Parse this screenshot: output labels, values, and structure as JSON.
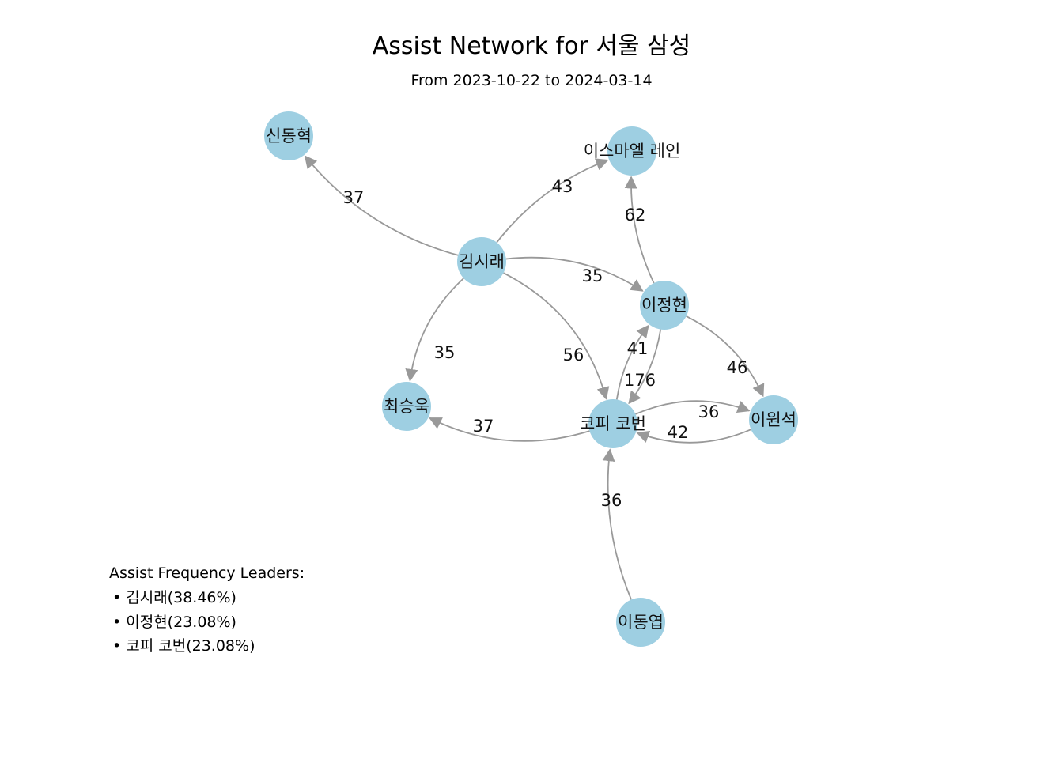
{
  "title": "Assist Network for 서울 삼성",
  "subtitle": "From 2023-10-22 to 2024-03-14",
  "colors": {
    "node": "#9ecfe2",
    "edge": "#999999",
    "text": "#111111"
  },
  "nodes": [
    {
      "id": "shin",
      "label": "신동혁"
    },
    {
      "id": "ismael",
      "label": "이스마엘 레인"
    },
    {
      "id": "kim",
      "label": "김시래"
    },
    {
      "id": "leejh",
      "label": "이정현"
    },
    {
      "id": "choi",
      "label": "최승욱"
    },
    {
      "id": "coffey",
      "label": "코피 코번"
    },
    {
      "id": "leews",
      "label": "이원석"
    },
    {
      "id": "leedy",
      "label": "이동엽"
    }
  ],
  "edges": [
    {
      "source": "kim",
      "target": "shin",
      "weight": "37"
    },
    {
      "source": "kim",
      "target": "ismael",
      "weight": "43"
    },
    {
      "source": "kim",
      "target": "leejh",
      "weight": "35"
    },
    {
      "source": "kim",
      "target": "choi",
      "weight": "35"
    },
    {
      "source": "kim",
      "target": "coffey",
      "weight": "56"
    },
    {
      "source": "leejh",
      "target": "ismael",
      "weight": "62"
    },
    {
      "source": "leejh",
      "target": "leews",
      "weight": "46"
    },
    {
      "source": "coffey",
      "target": "leejh",
      "weight": "41"
    },
    {
      "source": "leejh",
      "target": "coffey",
      "weight": "176"
    },
    {
      "source": "coffey",
      "target": "leews",
      "weight": "36"
    },
    {
      "source": "leews",
      "target": "coffey",
      "weight": "42"
    },
    {
      "source": "coffey",
      "target": "choi",
      "weight": "37"
    },
    {
      "source": "leedy",
      "target": "coffey",
      "weight": "36"
    }
  ],
  "leaders": {
    "heading": "Assist Frequency Leaders:",
    "items": [
      "•  김시래(38.46%)",
      "•  이정현(23.08%)",
      "•  코피 코번(23.08%)"
    ]
  }
}
